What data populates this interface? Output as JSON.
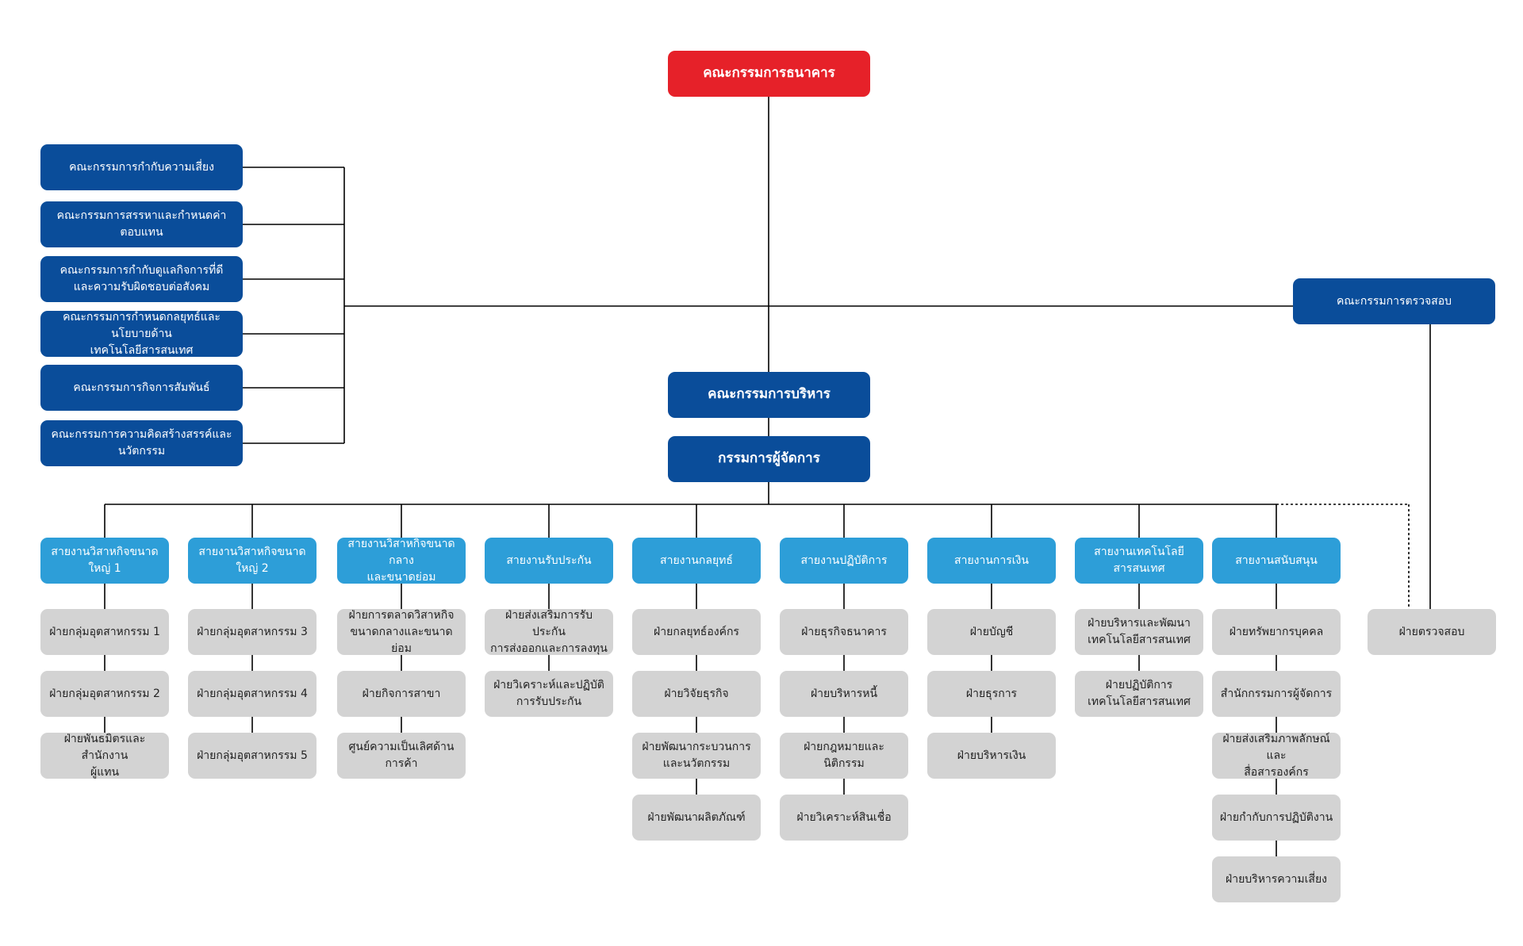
{
  "colors": {
    "board": "#e62129",
    "committee": "#0a4d9a",
    "business_line": "#2d9ed8",
    "department": "#d3d3d3",
    "connector": "#000000"
  },
  "board": {
    "label": "คณะกรรมการธนาคาร"
  },
  "sub_committees": [
    {
      "label": "คณะกรรมการกำกับความเสี่ยง"
    },
    {
      "label": "คณะกรรมการสรรหาและกำหนดค่าตอบแทน"
    },
    {
      "label": "คณะกรรมการกำกับดูแลกิจการที่ดี\nและความรับผิดชอบต่อสังคม"
    },
    {
      "label": "คณะกรรมการกำหนดกลยุทธ์และนโยบายด้าน\nเทคโนโลยีสารสนเทศ"
    },
    {
      "label": "คณะกรรมการกิจการสัมพันธ์"
    },
    {
      "label": "คณะกรรมการความคิดสร้างสรรค์และนวัตกรรม"
    }
  ],
  "audit_committee": {
    "label": "คณะกรรมการตรวจสอบ"
  },
  "executive_committee": {
    "label": "คณะกรรมการบริหาร"
  },
  "managing_director": {
    "label": "กรรมการผู้จัดการ"
  },
  "business_lines": [
    {
      "label": "สายงานวิสาหกิจขนาดใหญ่ 1",
      "departments": [
        {
          "label": "ฝ่ายกลุ่มอุตสาหกรรม 1"
        },
        {
          "label": "ฝ่ายกลุ่มอุตสาหกรรม 2"
        },
        {
          "label": "ฝ่ายพันธมิตรและสำนักงาน\nผู้แทน"
        }
      ]
    },
    {
      "label": "สายงานวิสาหกิจขนาดใหญ่ 2",
      "departments": [
        {
          "label": "ฝ่ายกลุ่มอุตสาหกรรม 3"
        },
        {
          "label": "ฝ่ายกลุ่มอุตสาหกรรม 4"
        },
        {
          "label": "ฝ่ายกลุ่มอุตสาหกรรม 5"
        }
      ]
    },
    {
      "label": "สายงานวิสาหกิจขนาดกลาง\nและขนาดย่อม",
      "departments": [
        {
          "label": "ฝ่ายการตลาดวิสาหกิจ\nขนาดกลางและขนาดย่อม"
        },
        {
          "label": "ฝ่ายกิจการสาขา"
        },
        {
          "label": "ศูนย์ความเป็นเลิศด้าน\nการค้า"
        }
      ]
    },
    {
      "label": "สายงานรับประกัน",
      "departments": [
        {
          "label": "ฝ่ายส่งเสริมการรับประกัน\nการส่งออกและการลงทุน"
        },
        {
          "label": "ฝ่ายวิเคราะห์และปฏิบัติ\nการรับประกัน"
        }
      ]
    },
    {
      "label": "สายงานกลยุทธ์",
      "departments": [
        {
          "label": "ฝ่ายกลยุทธ์องค์กร"
        },
        {
          "label": "ฝ่ายวิจัยธุรกิจ"
        },
        {
          "label": "ฝ่ายพัฒนากระบวนการ\nและนวัตกรรม"
        },
        {
          "label": "ฝ่ายพัฒนาผลิตภัณฑ์"
        }
      ]
    },
    {
      "label": "สายงานปฏิบัติการ",
      "departments": [
        {
          "label": "ฝ่ายธุรกิจธนาคาร"
        },
        {
          "label": "ฝ่ายบริหารหนี้"
        },
        {
          "label": "ฝ่ายกฎหมายและนิติกรรม"
        },
        {
          "label": "ฝ่ายวิเคราะห์สินเชื่อ"
        }
      ]
    },
    {
      "label": "สายงานการเงิน",
      "departments": [
        {
          "label": "ฝ่ายบัญชี"
        },
        {
          "label": "ฝ่ายธุรการ"
        },
        {
          "label": "ฝ่ายบริหารเงิน"
        }
      ]
    },
    {
      "label": "สายงานเทคโนโลยีสารสนเทศ",
      "departments": [
        {
          "label": "ฝ่ายบริหารและพัฒนา\nเทคโนโลยีสารสนเทศ"
        },
        {
          "label": "ฝ่ายปฏิบัติการ\nเทคโนโลยีสารสนเทศ"
        }
      ]
    },
    {
      "label": "สายงานสนับสนุน",
      "departments": [
        {
          "label": "ฝ่ายทรัพยากรบุคคล"
        },
        {
          "label": "สำนักกรรมการผู้จัดการ"
        },
        {
          "label": "ฝ่ายส่งเสริมภาพลักษณ์และ\nสื่อสารองค์กร"
        },
        {
          "label": "ฝ่ายกำกับการปฏิบัติงาน"
        },
        {
          "label": "ฝ่ายบริหารความเสี่ยง"
        }
      ]
    }
  ],
  "audit_department": {
    "label": "ฝ่ายตรวจสอบ"
  }
}
